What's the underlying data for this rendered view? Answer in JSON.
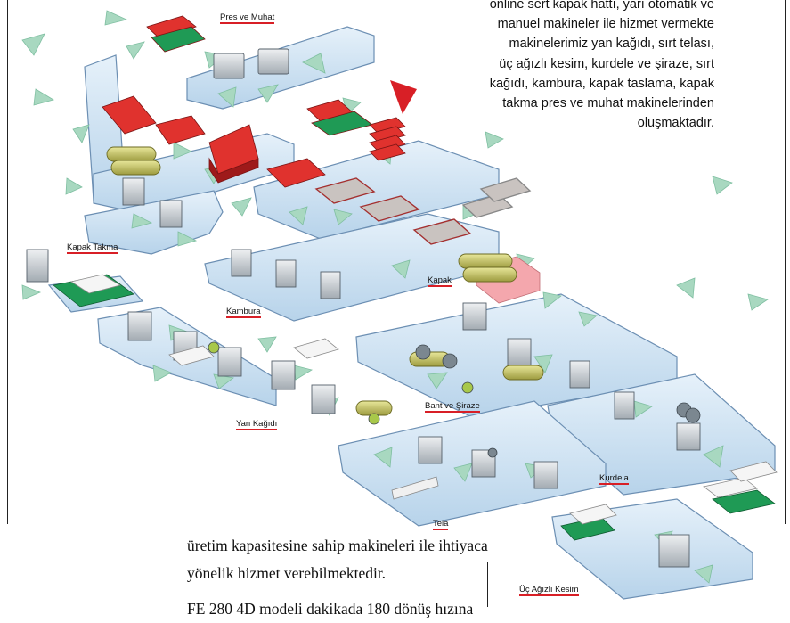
{
  "intro_text": {
    "lines": [
      "online sert kapak hattı, yarı otomatik ve",
      "manuel makineler ile hizmet vermekte",
      "makinelerimiz yan kağıdı, sırt telası,",
      "üç ağızlı kesim, kurdele ve şiraze, sırt",
      "kağıdı, kambura, kapak taslama, kapak",
      "takma pres ve muhat makinelerinden",
      "oluşmaktadır."
    ]
  },
  "stations": {
    "pres_ve_muhat": "Pres ve Muhat",
    "kapak_takma": "Kapak Takma",
    "kapak": "Kapak",
    "kambura": "Kambura",
    "yan_kagidi": "Yan Kağıdı",
    "bant_ve_siraze": "Bant ve Şiraze",
    "kurdela": "Kurdela",
    "tela": "Tela",
    "uc_agizli_kesim": "Üç Ağızlı Kesim"
  },
  "body_text": {
    "lines": [
      "üretim kapasitesine sahip makineleri ile ihtiyaca",
      "yönelik hizmet verebilmektedir.",
      "FE 280 4D modeli dakikada 180 dönüş hızına"
    ]
  },
  "colors": {
    "conveyor_fill": "#cfe3f2",
    "conveyor_edge": "#6c8fb3",
    "arrow_green": "#a8d8c0",
    "arrow_red": "#d81f26",
    "cover_red": "#e0322e",
    "cover_pink": "#f4a7ad",
    "board_green": "#1f9a55",
    "machine_grey": "#9aa3ab",
    "roller_yellow": "#c9c760",
    "label_underline": "#d81f26"
  }
}
